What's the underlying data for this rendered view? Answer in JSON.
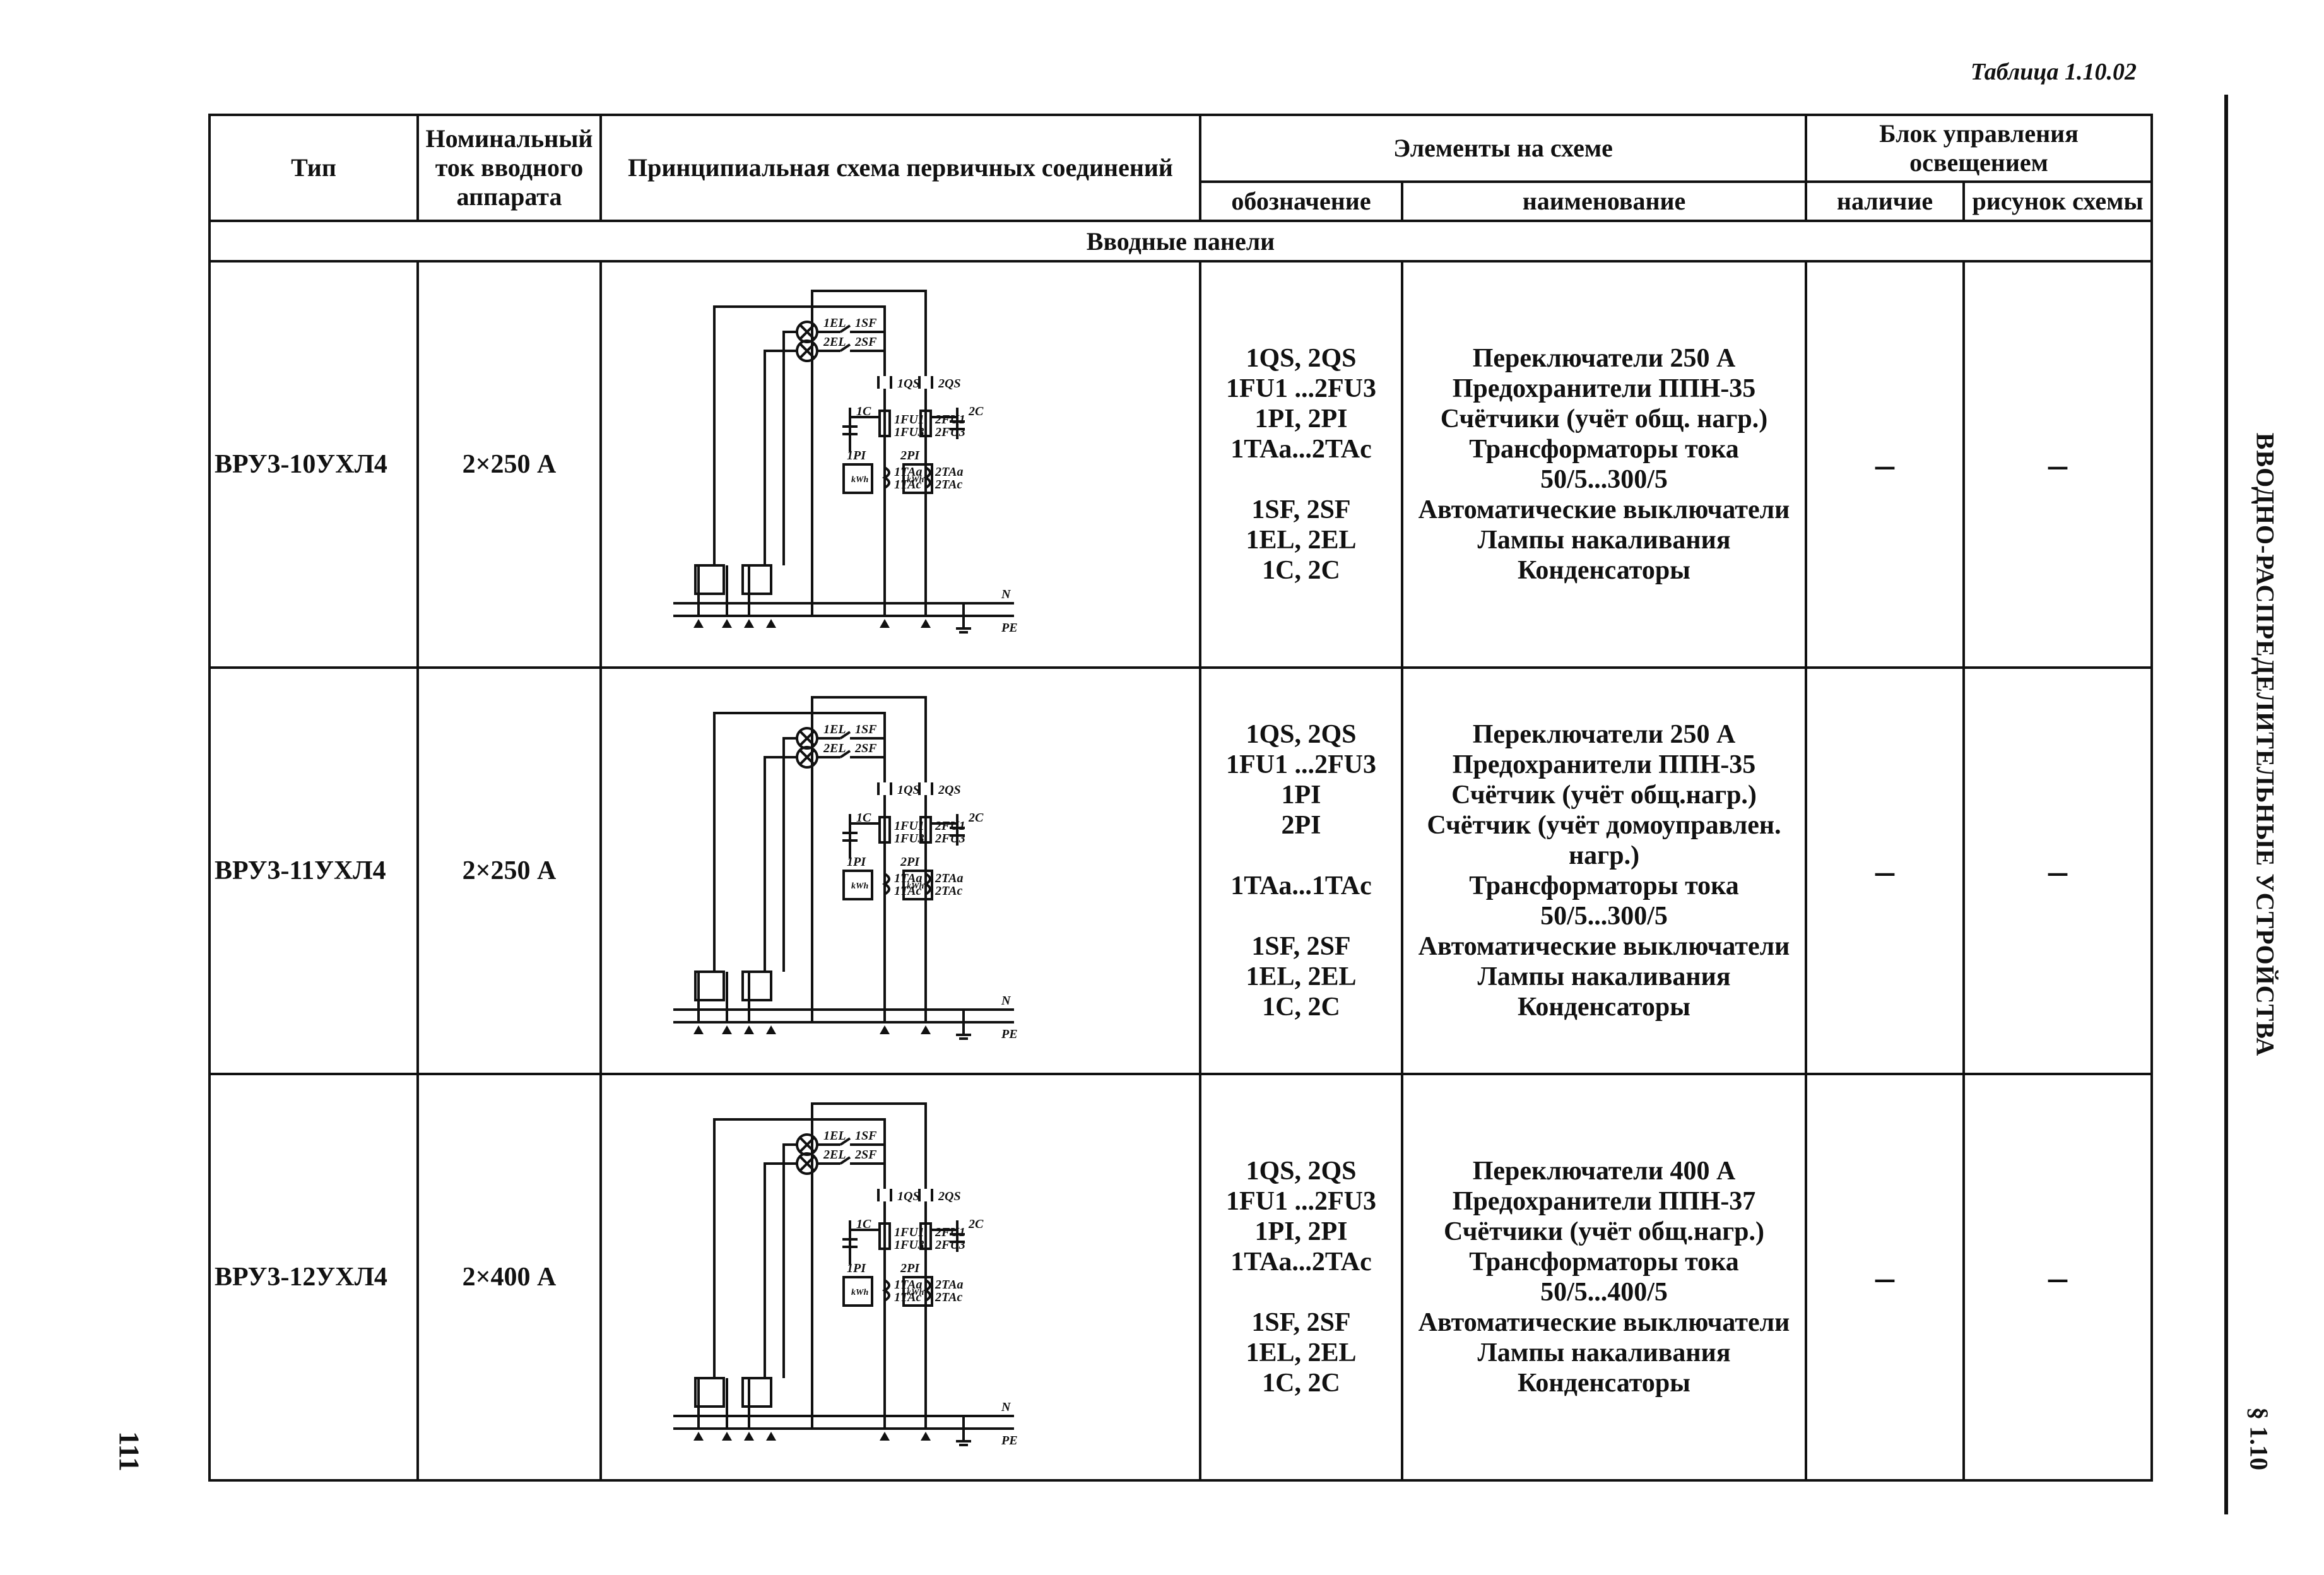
{
  "table_label": "Таблица 1.10.02",
  "side_title": "ВВОДНО-РАСПРЕДЕЛИТЕЛЬНЫЕ УСТРОЙСТВА",
  "side_section": "§ 1.10",
  "page_number": "111",
  "headers": {
    "type": "Тип",
    "current": "Номинальный ток вводного аппарата",
    "scheme": "Принципиальная схема первичных соединений",
    "elements": "Элементы на схеме",
    "designation": "обозначение",
    "name": "наименование",
    "control_block": "Блок управления освещением",
    "presence": "наличие",
    "figure": "рисунок схемы"
  },
  "section_title": "Вводные панели",
  "diagram_labels": {
    "l1": "1EL",
    "l2": "2EL",
    "sf1": "1SF",
    "sf2": "2SF",
    "qs1": "1QS",
    "qs2": "2QS",
    "c1": "1C",
    "c2": "2C",
    "fu1a": "1FU1",
    "fu1b": "1FU3",
    "fu2a": "2FU1",
    "fu2b": "2FU3",
    "pi1": "1PI",
    "pi2": "2PI",
    "ta1a": "1TAa",
    "ta1c": "1TAc",
    "ta2a": "2TAa",
    "ta2c": "2TAc",
    "n": "N",
    "pe": "PE",
    "kwh": "kWh"
  },
  "rows": [
    {
      "type": "ВРУ3-10УХЛ4",
      "current": "2×250 А",
      "designations": [
        "1QS, 2QS",
        "1FU1 ...2FU3",
        "1PI, 2PI",
        "1TAa...2TAc",
        "",
        "1SF, 2SF",
        "1EL, 2EL",
        "1C, 2C"
      ],
      "names": [
        "Переключатели 250 А",
        "Предохранители ППН-35",
        "Счётчики (учёт общ. нагр.)",
        "Трансформаторы тока",
        "50/5...300/5",
        "Автоматические выключатели",
        "Лампы накаливания",
        "Конденсаторы"
      ],
      "presence": "–",
      "figure": "–"
    },
    {
      "type": "ВРУ3-11УХЛ4",
      "current": "2×250 А",
      "designations": [
        "1QS, 2QS",
        "1FU1 ...2FU3",
        "1PI",
        "2PI",
        "",
        "1TAa...1TAc",
        "",
        "1SF, 2SF",
        "1EL, 2EL",
        "1C, 2C"
      ],
      "names": [
        "Переключатели 250 А",
        "Предохранители ППН-35",
        "Счётчик (учёт общ.нагр.)",
        "Счётчик (учёт домоуправлен.",
        "нагр.)",
        "Трансформаторы тока",
        "50/5...300/5",
        "Автоматические выключатели",
        "Лампы накаливания",
        "Конденсаторы"
      ],
      "presence": "–",
      "figure": "–"
    },
    {
      "type": "ВРУ3-12УХЛ4",
      "current": "2×400 А",
      "designations": [
        "1QS, 2QS",
        "1FU1 ...2FU3",
        "1PI, 2PI",
        "1TAa...2TAc",
        "",
        "1SF, 2SF",
        "1EL, 2EL",
        "1C, 2C"
      ],
      "names": [
        "Переключатели 400 А",
        "Предохранители ППН-37",
        "Счётчики (учёт общ.нагр.)",
        "Трансформаторы тока",
        "50/5...400/5",
        "Автоматические выключатели",
        "Лампы накаливания",
        "Конденсаторы"
      ],
      "presence": "–",
      "figure": "–"
    }
  ]
}
